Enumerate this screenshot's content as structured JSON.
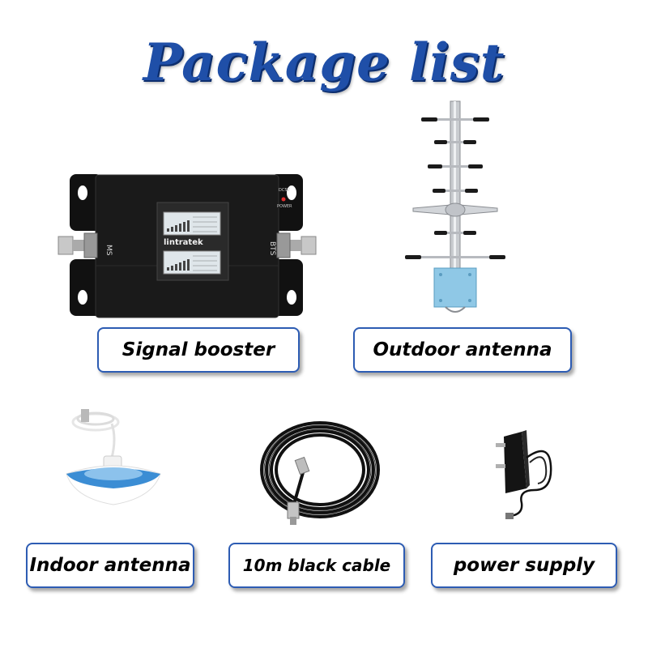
{
  "title": "Package list",
  "items": [
    {
      "label": "Signal booster"
    },
    {
      "label": "Outdoor antenna"
    },
    {
      "label": "Indoor antenna"
    },
    {
      "label": "10m black cable"
    },
    {
      "label": "power supply"
    }
  ],
  "booster": {
    "brand": "lintratek",
    "port_left": "MS",
    "port_right": "BTS",
    "dc_label": "DC5V",
    "power_label": "POWER"
  }
}
